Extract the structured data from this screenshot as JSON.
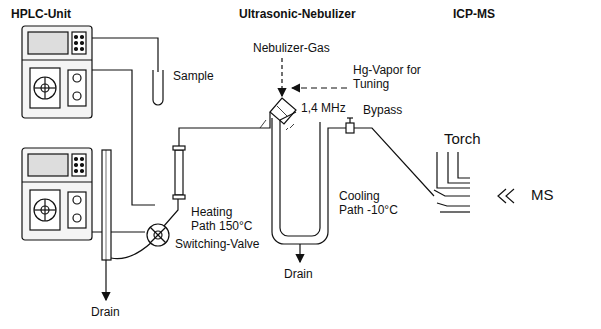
{
  "diagram": {
    "labels": [
      "HPLC-Unit",
      "Ultrasonic-Nebulizer",
      "ICP-MS",
      "Sample",
      "Nebulizer-Gas",
      "Hg-Vapor for Tuning",
      "1,4 MHz",
      "Bypass",
      "Torch",
      "MS",
      "Heating Path 150°C",
      "Cooling Path -10°C",
      "Switching-Valve",
      "Drain",
      "Drain"
    ]
  }
}
